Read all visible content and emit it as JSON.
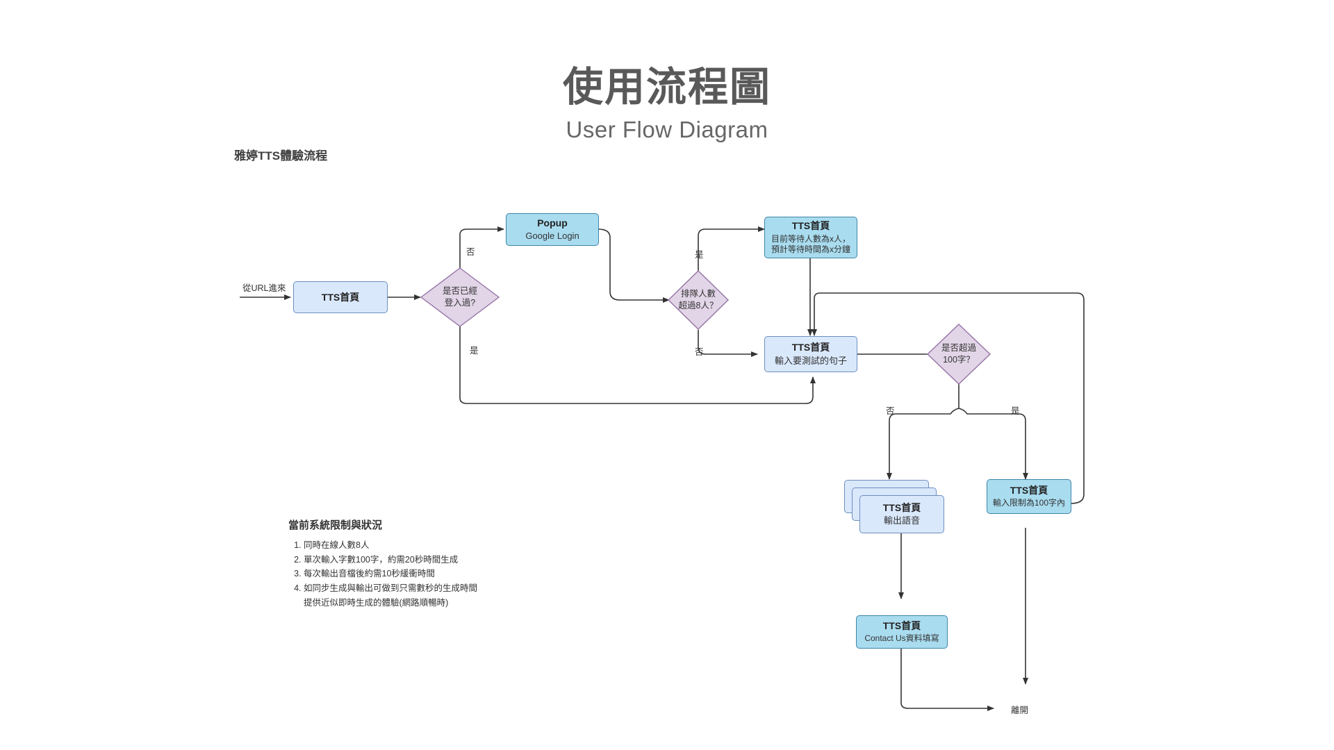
{
  "header": {
    "title_zh": "使用流程圖",
    "title_en": "User Flow Diagram",
    "section_label": "雅婷TTS體驗流程"
  },
  "colors": {
    "fill_light_blue": "#dae8fc",
    "stroke_light_blue": "#6c8ebf",
    "fill_dark_blue": "#a9dcef",
    "stroke_dark_blue": "#3d85a8",
    "fill_purple": "#e1d5e7",
    "stroke_purple": "#9673a6",
    "edge": "#333333",
    "title": "#595959"
  },
  "nodes": {
    "start_entry_label": "從URL進來",
    "tts_home": {
      "title": "TTS首頁",
      "subtitle": ""
    },
    "popup": {
      "title": "Popup",
      "subtitle": "Google Login"
    },
    "queue_status": {
      "title": "TTS首頁",
      "line1": "目前等待人數為x人，",
      "line2": "預計等待時間為x分鐘"
    },
    "input_sentence": {
      "title": "TTS首頁",
      "subtitle": "輸入要測試的句子"
    },
    "output_audio": {
      "title": "TTS首頁",
      "subtitle": "輸出語音"
    },
    "limit_100": {
      "title": "TTS首頁",
      "subtitle": "輸入限制為100字內"
    },
    "contact_us": {
      "title": "TTS首頁",
      "subtitle": "Contact Us資料填寫"
    },
    "exit_label": "離開"
  },
  "decisions": {
    "logged_in": {
      "line1": "是否已經",
      "line2": "登入過?"
    },
    "queue_over_8": {
      "line1": "排隊人數",
      "line2": "超過8人？"
    },
    "over_100_chars": {
      "line1": "是否超過",
      "line2": "100字？"
    }
  },
  "edge_labels": {
    "logged_no": "否",
    "logged_yes": "是",
    "queue_yes": "是",
    "queue_no": "否",
    "chars_no": "否",
    "chars_yes": "是"
  },
  "notes": {
    "title": "當前系統限制與狀況",
    "items": [
      "同時在線人數8人",
      "單次輸入字數100字，約需20秒時間生成",
      "每次輸出音檔後約需10秒緩衝時間",
      "如同步生成與輸出可做到只需數秒的生成時間"
    ],
    "item4_continued": "提供近似即時生成的體驗(網路順暢時)"
  }
}
